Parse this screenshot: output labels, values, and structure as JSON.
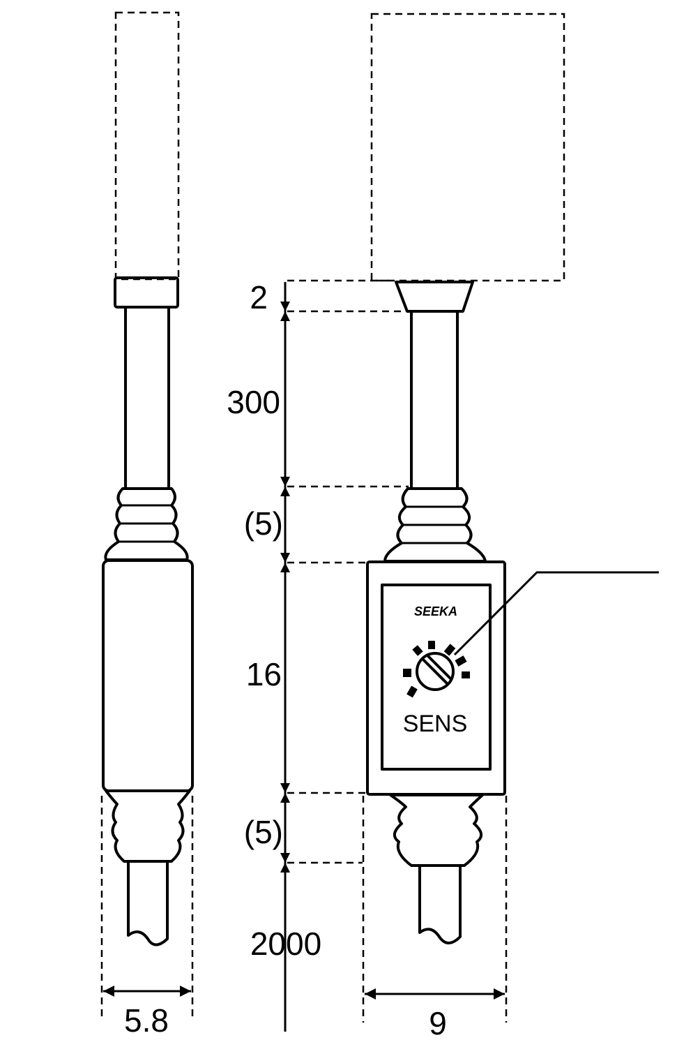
{
  "dimensions": {
    "cap_height": "2",
    "cable_length_upper": "300",
    "boot_upper": "(5)",
    "body_height": "16",
    "boot_lower": "(5)",
    "cable_length_lower": "2000",
    "side_width": "5.8",
    "front_width": "9"
  },
  "body": {
    "brand": "SEEKA",
    "adjuster_label": "SENS"
  }
}
